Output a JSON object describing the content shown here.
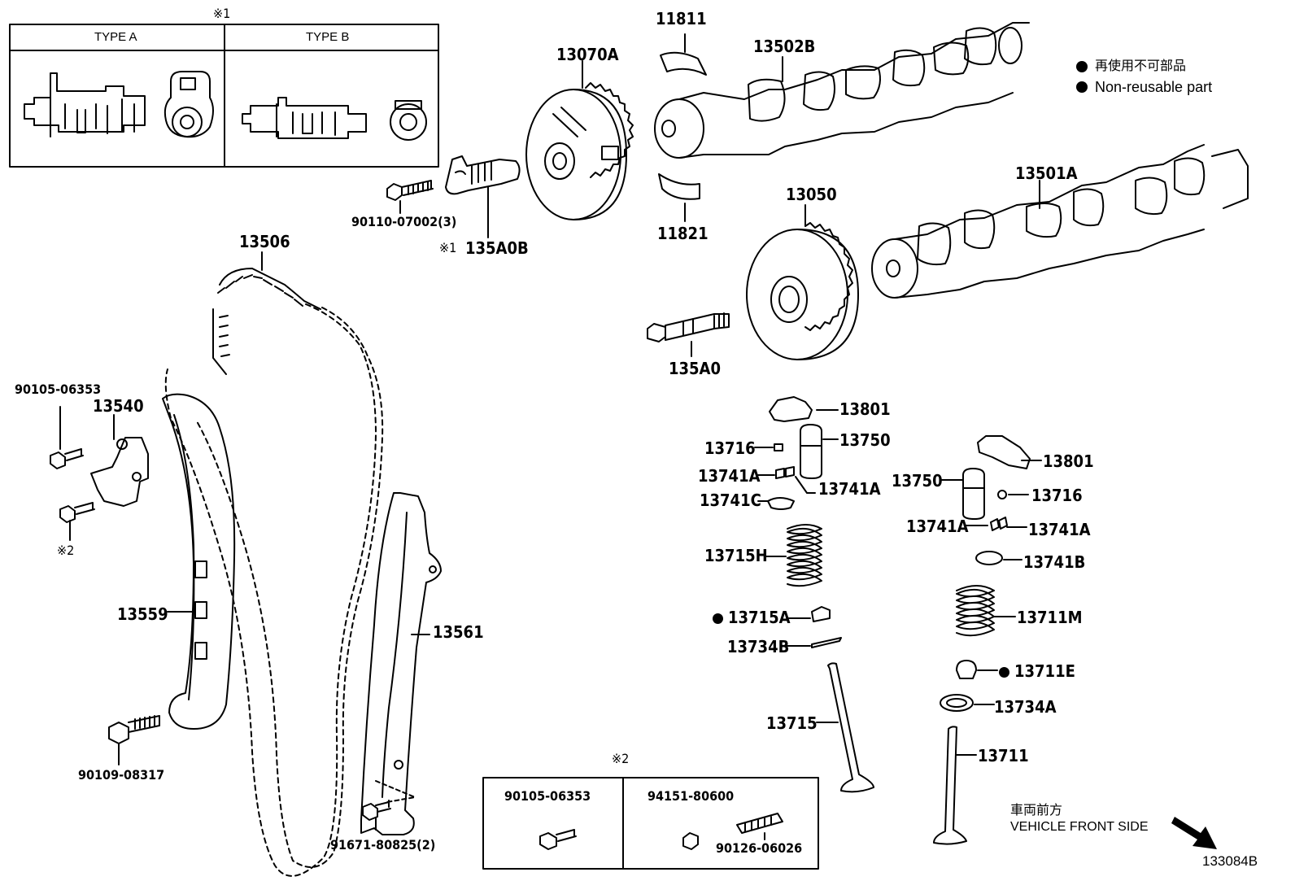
{
  "legend": {
    "ja": "再使用不可部品",
    "en": "Non-reusable part"
  },
  "note1": {
    "mark": "※1",
    "type_a": "TYPE A",
    "type_b": "TYPE B"
  },
  "note2": {
    "mark": "※2",
    "left_part": "90105-06353",
    "right_part_top": "94151-80600",
    "right_part_bottom": "90126-06026"
  },
  "front_side": {
    "ja": "車両前方",
    "en": "VEHICLE FRONT SIDE"
  },
  "figure_id": "133084B",
  "parts": {
    "p11811": "11811",
    "p11821": "11821",
    "p13070a": "13070A",
    "p13502b": "13502B",
    "p13501a": "13501A",
    "p13050": "13050",
    "p90110": "90110-07002(3)",
    "p135a0b": "135A0B",
    "p135a0b_mark": "※1",
    "p135a0": "135A0",
    "p13506": "13506",
    "p90105": "90105-06353",
    "p13540": "13540",
    "p_mark2": "※2",
    "p13559": "13559",
    "p13561": "13561",
    "p90109": "90109-08317",
    "p91671": "91671-80825(2)",
    "p13801_a": "13801",
    "p13750_a": "13750",
    "p13716_a": "13716",
    "p13741a_1": "13741A",
    "p13741a_2": "13741A",
    "p13741c": "13741C",
    "p13715h": "13715H",
    "p13715a": "13715A",
    "p13734b": "13734B",
    "p13715": "13715",
    "p13801_b": "13801",
    "p13750_b": "13750",
    "p13716_b": "13716",
    "p13741a_3": "13741A",
    "p13741a_4": "13741A",
    "p13741b": "13741B",
    "p13711m": "13711M",
    "p13711e": "13711E",
    "p13734a": "13734A",
    "p13711": "13711"
  }
}
